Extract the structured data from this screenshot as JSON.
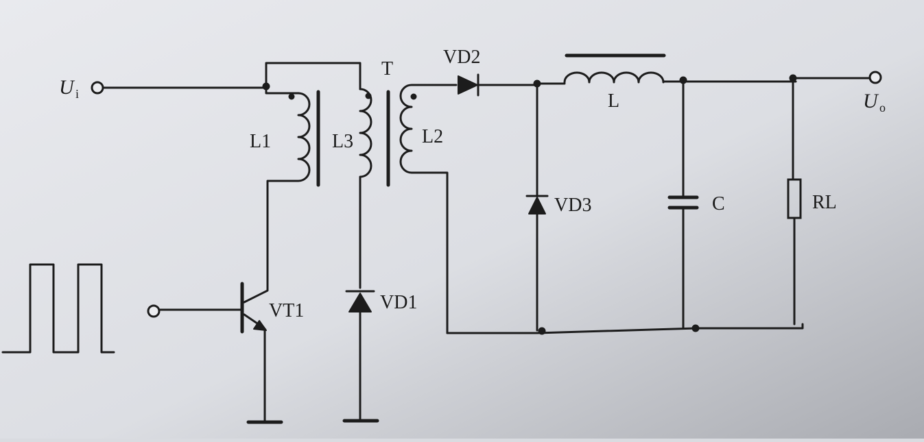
{
  "labels": {
    "ui_main": "U",
    "ui_sub": "i",
    "uo_main": "U",
    "uo_sub": "o",
    "t": "T",
    "l1": "L1",
    "l3": "L3",
    "l2": "L2",
    "vd2": "VD2",
    "l": "L",
    "vd3": "VD3",
    "c": "C",
    "rl": "RL",
    "vt1": "VT1",
    "vd1": "VD1"
  },
  "colors": {
    "ink": "#1c1c1c",
    "paper": "#d9dbe0"
  }
}
